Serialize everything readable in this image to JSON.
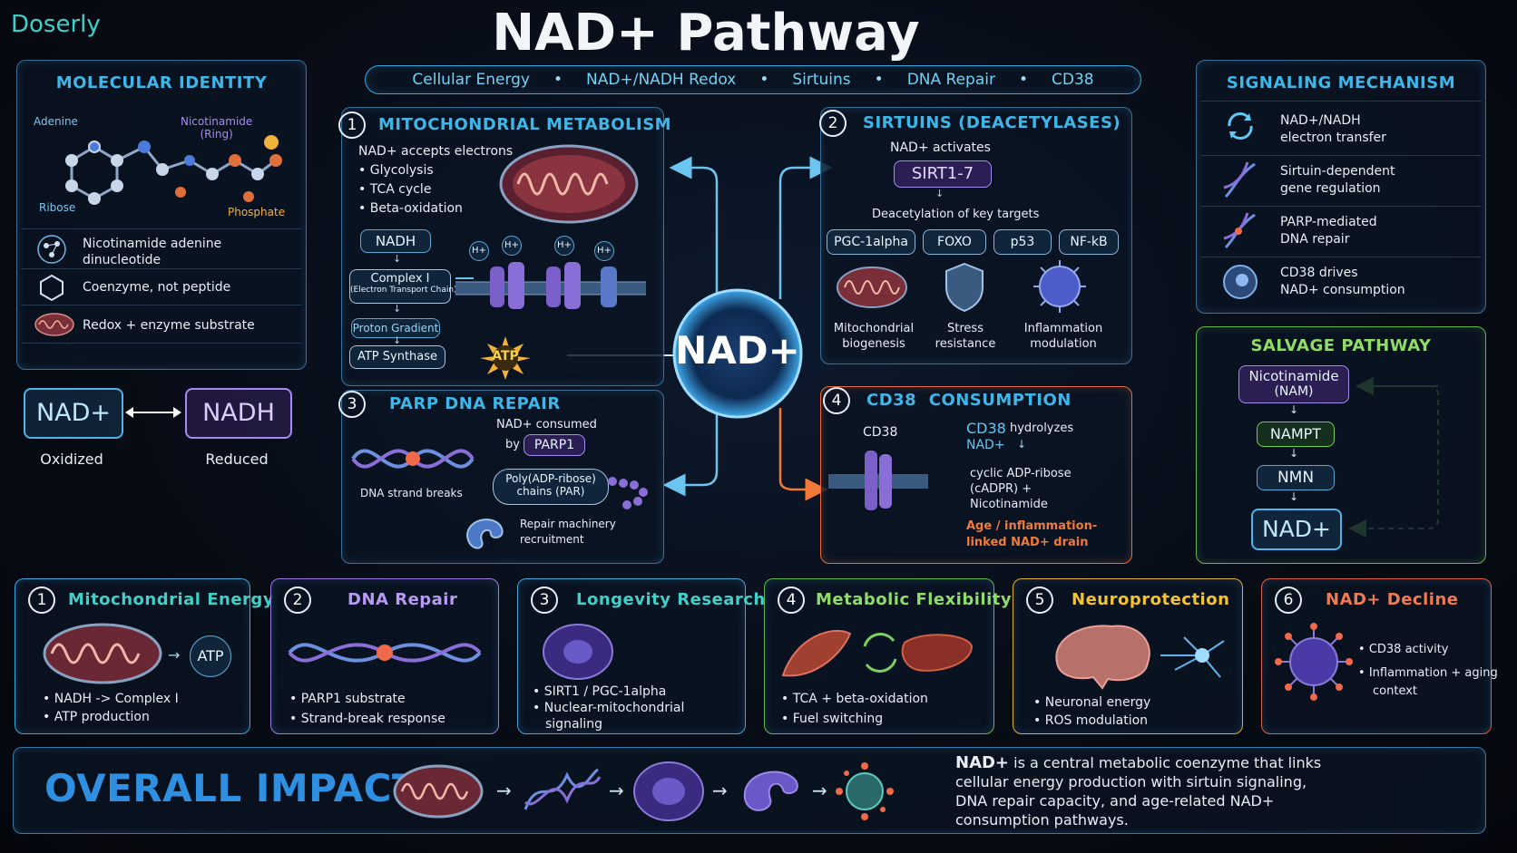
{
  "brand": "Doserly",
  "title": "NAD+ Pathway",
  "topics": [
    "Cellular Energy",
    "NAD+/NADH Redox",
    "Sirtuins",
    "DNA Repair",
    "CD38"
  ],
  "colors": {
    "accent": "#3fb6e8",
    "purple": "#a58cf0",
    "orange": "#f07a3c",
    "green": "#7ccf63",
    "yellow": "#f2c23a",
    "red": "#f06a4a"
  },
  "identity": {
    "title": "MOLECULAR IDENTITY",
    "labels": {
      "adenine": "Adenine",
      "nicotinamide": "Nicotinamide\n(Ring)",
      "ribose": "Ribose",
      "phosphate": "Phosphate"
    },
    "rows": [
      {
        "icon": "molecule-icon",
        "line1": "Nicotinamide adenine",
        "line2": "dinucleotide"
      },
      {
        "icon": "hexagon-icon",
        "line1": "Coenzyme, not peptide",
        "line2": ""
      },
      {
        "icon": "mitochondrion-icon",
        "line1": "Redox + enzyme substrate",
        "line2": ""
      }
    ],
    "redox": {
      "left": "NAD+",
      "right": "NADH",
      "left_caption": "Oxidized",
      "right_caption": "Reduced"
    }
  },
  "mito": {
    "number": "1",
    "title": "MITOCHONDRIAL METABOLISM",
    "intro": "NAD+ accepts electrons",
    "bullets": [
      "Glycolysis",
      "TCA cycle",
      "Beta-oxidation"
    ],
    "nadh": "NADH",
    "complex": "Complex I",
    "complex_sub": "(Electron Transport Chain)",
    "gradient": "Proton Gradient",
    "synthase": "ATP Synthase",
    "atp": "ATP",
    "proton": "H+"
  },
  "center": "NAD+",
  "sirtuins": {
    "number": "2",
    "title": "SIRTUINS (DEACETYLASES)",
    "activates": "NAD+ activates",
    "enzyme": "SIRT1-7",
    "targets_caption": "Deacetylation of key targets",
    "targets": [
      "PGC-1alpha",
      "FOXO",
      "p53",
      "NF-kB"
    ],
    "outcomes": [
      {
        "line1": "Mitochondrial",
        "line2": "biogenesis"
      },
      {
        "line1": "Stress",
        "line2": "resistance"
      },
      {
        "line1": "Inflammation",
        "line2": "modulation"
      }
    ]
  },
  "parp": {
    "number": "3",
    "title": "PARP DNA REPAIR",
    "breaks": "DNA strand breaks",
    "consumed": "NAD+ consumed",
    "by": "by",
    "enzyme": "PARP1",
    "chain_line1": "Poly(ADP-ribose)",
    "chain_line2": "chains (PAR)",
    "repair_line1": "Repair machinery",
    "repair_line2": "recruitment"
  },
  "cd38": {
    "number": "4",
    "title": "CD38  CONSUMPTION",
    "label": "CD38",
    "hydro_name": "CD38",
    "hydro_rest": "hydrolyzes",
    "nad": "NAD+",
    "product_lines": [
      "cyclic ADP-ribose",
      "(cADPR) +",
      "Nicotinamide"
    ],
    "drain_lines": [
      "Age / inflammation-",
      "linked NAD+ drain"
    ]
  },
  "signaling": {
    "title": "SIGNALING MECHANISM",
    "rows": [
      {
        "icon": "cycle-arrows-icon",
        "line1": "NAD+/NADH",
        "line2": "electron transfer"
      },
      {
        "icon": "dna-icon",
        "line1": "Sirtuin-dependent",
        "line2": "gene regulation"
      },
      {
        "icon": "dna-repair-icon",
        "line1": "PARP-mediated",
        "line2": "DNA repair"
      },
      {
        "icon": "cell-icon",
        "line1": "CD38 drives",
        "line2": "NAD+ consumption"
      }
    ]
  },
  "salvage": {
    "title": "SALVAGE PATHWAY",
    "nam_line1": "Nicotinamide",
    "nam_line2": "(NAM)",
    "nampt": "NAMPT",
    "nmn": "NMN",
    "nad": "NAD+"
  },
  "cards": [
    {
      "number": "1",
      "title": "Mitochondrial Energy",
      "color": "#3fd0c8",
      "badge": "ATP",
      "bullets": [
        "NADH -> Complex I",
        "ATP production"
      ]
    },
    {
      "number": "2",
      "title": "DNA Repair",
      "color": "#b89af5",
      "bullets": [
        "PARP1 substrate",
        "Strand-break response"
      ]
    },
    {
      "number": "3",
      "title": "Longevity Research",
      "color": "#3fd0c8",
      "bullets": [
        "SIRT1 / PGC-1alpha",
        "Nuclear-mitochondrial",
        "signaling"
      ]
    },
    {
      "number": "4",
      "title": "Metabolic Flexibility",
      "color": "#8fdc6a",
      "bullets": [
        "TCA + beta-oxidation",
        "Fuel switching"
      ]
    },
    {
      "number": "5",
      "title": "Neuroprotection",
      "color": "#f4c430",
      "bullets": [
        "Neuronal energy",
        "ROS modulation"
      ]
    },
    {
      "number": "6",
      "title": "NAD+ Decline",
      "color": "#f27a52",
      "bullets": [
        "CD38 activity",
        "Inflammation + aging",
        "context"
      ]
    }
  ],
  "impact": {
    "title": "OVERALL IMPACT",
    "lead": "NAD+",
    "lines": [
      " is a central metabolic coenzyme that links",
      "cellular energy production with sirtuin signaling,",
      "DNA repair capacity, and age-related NAD+",
      "consumption pathways."
    ]
  }
}
